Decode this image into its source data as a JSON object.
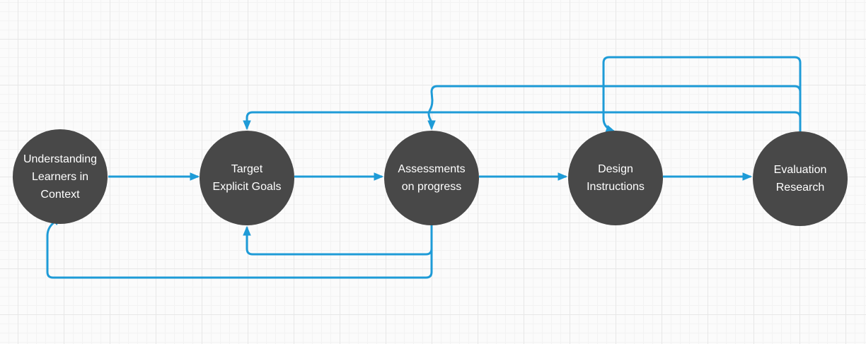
{
  "canvas": {
    "background_color": "#fbfbfb",
    "grid_minor_color": "#f3f3f3",
    "grid_major_color": "#e7e7e7"
  },
  "diagram": {
    "node_fill_color": "#484848",
    "node_text_color": "#ffffff",
    "edge_color": "#1e9bd7",
    "nodes": [
      {
        "id": "understanding-learners",
        "label": "Understanding\nLearners in\nContext"
      },
      {
        "id": "target-explicit-goals",
        "label": "Target\nExplicit Goals"
      },
      {
        "id": "assessments-on-progress",
        "label": "Assessments\non progress"
      },
      {
        "id": "design-instructions",
        "label": "Design\nInstructions"
      },
      {
        "id": "evaluation-research",
        "label": "Evaluation\nResearch"
      }
    ],
    "edges": [
      {
        "from": "understanding-learners",
        "to": "target-explicit-goals",
        "kind": "forward"
      },
      {
        "from": "target-explicit-goals",
        "to": "assessments-on-progress",
        "kind": "forward"
      },
      {
        "from": "assessments-on-progress",
        "to": "design-instructions",
        "kind": "forward"
      },
      {
        "from": "design-instructions",
        "to": "evaluation-research",
        "kind": "forward"
      },
      {
        "from": "evaluation-research",
        "to": "design-instructions",
        "kind": "feedback-top"
      },
      {
        "from": "evaluation-research",
        "to": "assessments-on-progress",
        "kind": "feedback-top"
      },
      {
        "from": "evaluation-research",
        "to": "target-explicit-goals",
        "kind": "feedback-top"
      },
      {
        "from": "assessments-on-progress",
        "to": "target-explicit-goals",
        "kind": "feedback-bottom"
      },
      {
        "from": "assessments-on-progress",
        "to": "understanding-learners",
        "kind": "feedback-bottom"
      }
    ]
  }
}
